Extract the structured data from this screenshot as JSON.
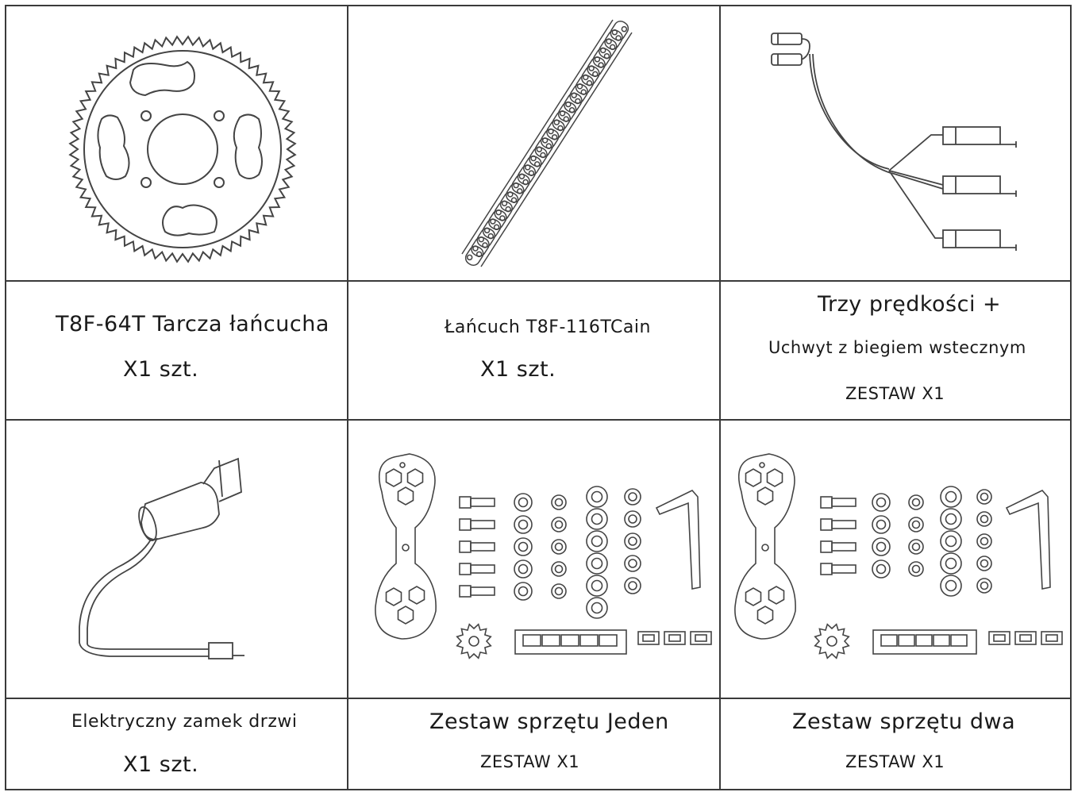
{
  "items": [
    {
      "name_line1": "T8F-64T Tarcza łańcucha",
      "qty": "X1 szt."
    },
    {
      "name_line1": "Łańcuch T8F-116TCain",
      "qty": "X1 szt."
    },
    {
      "name_line1": "Trzy prędkości +",
      "name_line2": "Uchwyt z biegiem wstecznym",
      "qty": "ZESTAW X1"
    },
    {
      "name_line1": "Elektryczny zamek drzwi",
      "qty": "X1 szt."
    },
    {
      "name_line1": "Zestaw sprzętu Jeden",
      "qty": "ZESTAW X1"
    },
    {
      "name_line1": "Zestaw sprzętu dwa",
      "qty": "ZESTAW X1"
    }
  ],
  "icons": [
    "sprocket-icon",
    "chain-icon",
    "throttle-harness-icon",
    "door-lock-icon",
    "hardware-kit-one-icon",
    "hardware-kit-two-icon"
  ],
  "colors": {
    "line": "#3a3a3a",
    "drawing": "#444444",
    "background": "#ffffff"
  }
}
